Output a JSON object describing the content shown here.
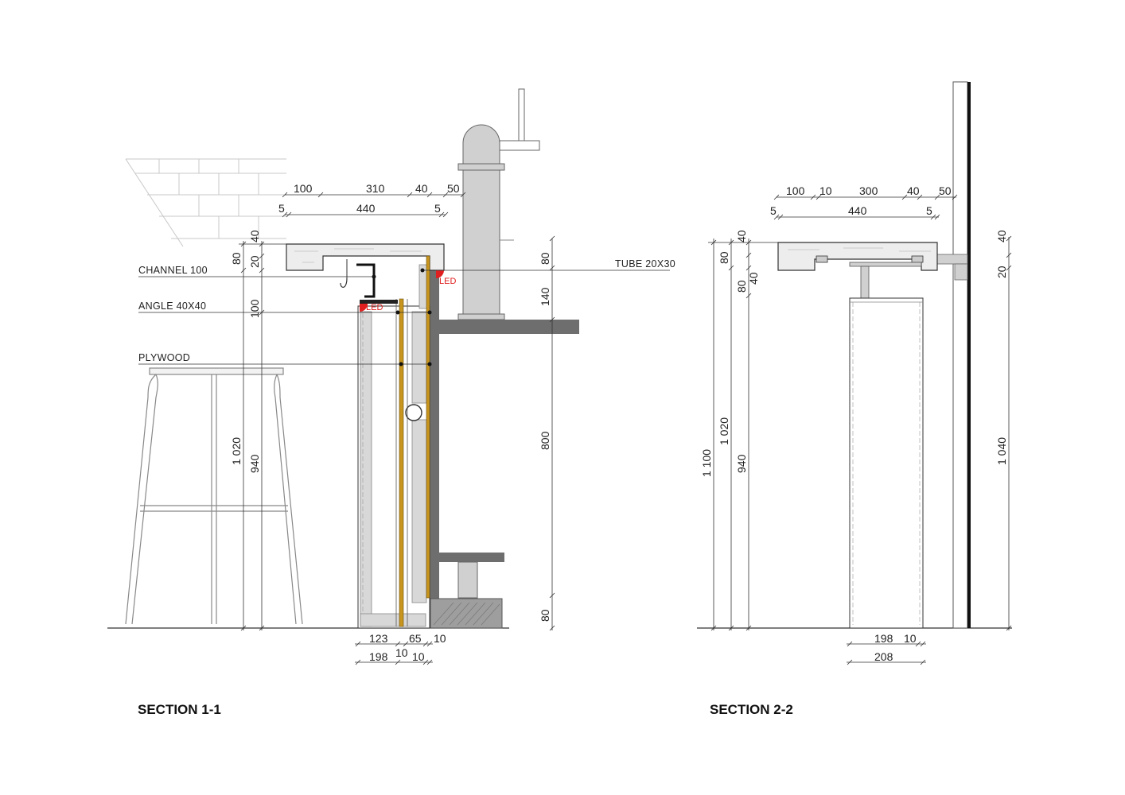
{
  "section1": {
    "title": "SECTION 1-1",
    "labels": {
      "channel": "CHANNEL 100",
      "angle": "ANGLE 40X40",
      "plywood": "PLYWOOD",
      "tube": "TUBE 20X30",
      "led_top": "LED",
      "led_bottom": "LED"
    },
    "dims_top_row1": [
      "100",
      "310",
      "40",
      "50"
    ],
    "dims_top_row2": [
      "5",
      "440",
      "5"
    ],
    "dims_left": [
      "80",
      "20",
      "40",
      "100",
      "1 020",
      "940"
    ],
    "dims_right": [
      "80",
      "140",
      "800",
      "80"
    ],
    "dims_bottom_row1": [
      "123",
      "65",
      "10"
    ],
    "dims_bottom_row2": [
      "198",
      "10",
      "10"
    ]
  },
  "section2": {
    "title": "SECTION 2-2",
    "dims_top_row1": [
      "100",
      "10",
      "300",
      "40",
      "50"
    ],
    "dims_top_row2": [
      "5",
      "440",
      "5"
    ],
    "dims_left": [
      "80",
      "40",
      "80",
      "40",
      "1 100",
      "1 020",
      "940"
    ],
    "dims_right": [
      "40",
      "20",
      "1 040"
    ],
    "dims_bottom_row1": [
      "198",
      "10"
    ],
    "dims_bottom_row2": [
      "208"
    ]
  },
  "colors": {
    "concrete": "#6e6e6e",
    "light_gray": "#d2d2d2",
    "plywood": "#c8961e",
    "led": "#e02020",
    "line": "#333333"
  }
}
